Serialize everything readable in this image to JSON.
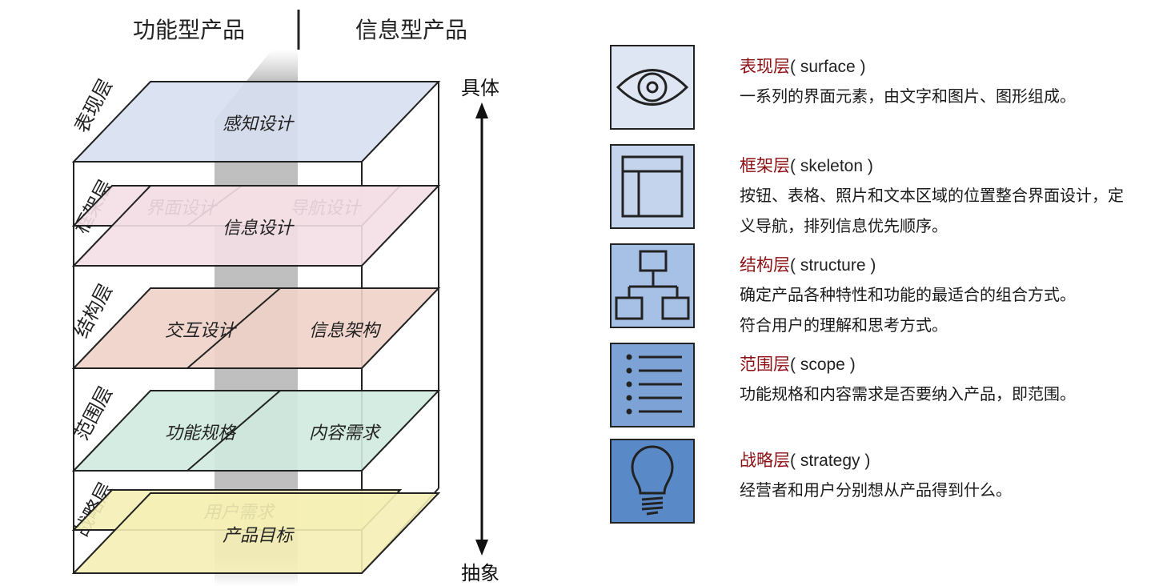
{
  "header": {
    "functional_product": "功能型产品",
    "information_product": "信息型产品"
  },
  "axis": {
    "top": "具体",
    "bottom": "抽象"
  },
  "layers": [
    {
      "id": "surface",
      "side_label": "表现层",
      "planes": [
        {
          "labels": [
            "感知设计"
          ],
          "fill": "#d7dff0"
        }
      ]
    },
    {
      "id": "skeleton",
      "side_label": "框架层",
      "planes": [
        {
          "labels": [
            "界面设计",
            "导航设计"
          ],
          "fill": "#f4dfe6"
        },
        {
          "labels": [
            "信息设计"
          ],
          "fill": "#f4dfe6"
        }
      ]
    },
    {
      "id": "structure",
      "side_label": "结构层",
      "planes": [
        {
          "labels": [
            "交互设计",
            "信息架构"
          ],
          "fill": "#efd2c8"
        }
      ]
    },
    {
      "id": "scope",
      "side_label": "范围层",
      "planes": [
        {
          "labels": [
            "功能规格",
            "内容需求"
          ],
          "fill": "#cfeadf"
        }
      ]
    },
    {
      "id": "strategy",
      "side_label": "战略层",
      "planes": [
        {
          "labels": [
            "用户需求"
          ],
          "fill": "#f5f0b5"
        },
        {
          "labels": [
            "产品目标"
          ],
          "fill": "#f5f0b5"
        }
      ]
    }
  ],
  "legend": [
    {
      "icon": "eye-icon",
      "bg": "#dde6f2",
      "name_cn": "表现层",
      "name_en": "( surface )",
      "desc": [
        "一系列的界面元素，由文字和图片、图形组成。"
      ]
    },
    {
      "icon": "wireframe-layout-icon",
      "bg": "#c3d4ec",
      "name_cn": "框架层",
      "name_en": "( skeleton )",
      "desc": [
        "按钮、表格、照片和文本区域的位置整合界面设计，定",
        "义导航，排列信息优先顺序。"
      ]
    },
    {
      "icon": "sitemap-hierarchy-icon",
      "bg": "#a7c1e6",
      "name_cn": "结构层",
      "name_en": "( structure )",
      "desc": [
        "确定产品各种特性和功能的最适合的组合方式。",
        "符合用户的理解和思考方式。"
      ]
    },
    {
      "icon": "bullet-list-icon",
      "bg": "#7da2d6",
      "name_cn": "范围层",
      "name_en": "( scope )",
      "desc": [
        "功能规格和内容需求是否要纳入产品，即范围。"
      ]
    },
    {
      "icon": "lightbulb-icon",
      "bg": "#5a89c8",
      "name_cn": "战略层",
      "name_en": "( strategy )",
      "desc": [
        "经营者和用户分别想从产品得到什么。"
      ]
    }
  ]
}
